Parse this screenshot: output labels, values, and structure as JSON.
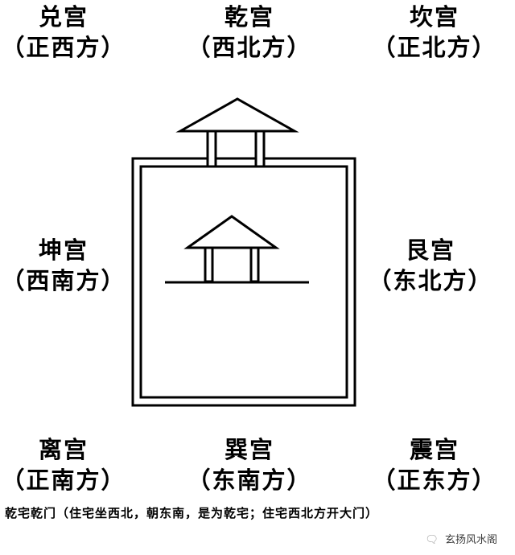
{
  "palaces": {
    "dui": {
      "name": "兑宫",
      "dir": "（正西方）"
    },
    "qian": {
      "name": "乾宫",
      "dir": "（西北方）"
    },
    "kan": {
      "name": "坎宫",
      "dir": "（正北方）"
    },
    "kun": {
      "name": "坤宫",
      "dir": "（西南方）"
    },
    "gen": {
      "name": "艮宫",
      "dir": "（东北方）"
    },
    "li": {
      "name": "离宫",
      "dir": "（正南方）"
    },
    "xun": {
      "name": "巽宫",
      "dir": "（东南方）"
    },
    "zhen": {
      "name": "震宫",
      "dir": "（正东方）"
    }
  },
  "caption": "乾宅乾门（住宅坐西北，朝东南，是为乾宅；住宅西北方开大门）",
  "watermark": {
    "icon": "wechat-icon",
    "text": "玄扬风水阁"
  }
}
